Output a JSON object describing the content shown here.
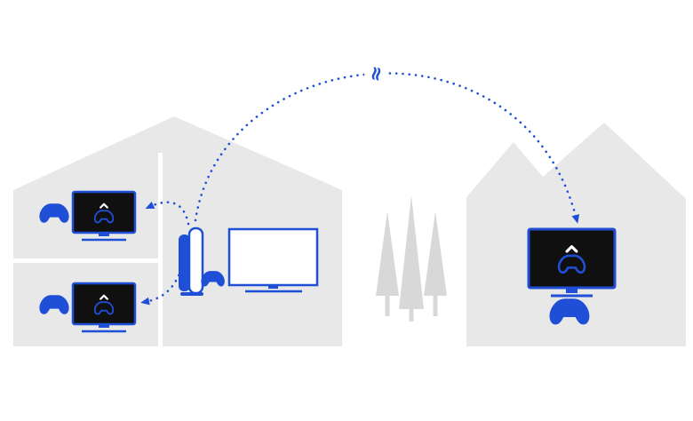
{
  "diagram": {
    "scene": "ps5-remote-play-illustration",
    "colors": {
      "accent_blue": "#1f4fd6",
      "house_gray": "#e8e8e8",
      "tree_gray": "#d8d8d8",
      "screen_black": "#101010",
      "background": "#ffffff",
      "divider_white": "#ffffff"
    },
    "symbols": {
      "wireless_break": "≈"
    },
    "icons": [
      "house-icon",
      "pine-tree-icon",
      "ps5-console-icon",
      "dualsense-controller-icon",
      "tv-icon",
      "monitor-icon",
      "remote-play-icon",
      "dotted-arrow-icon",
      "wireless-break-icon"
    ],
    "edges": [
      {
        "from": "ps5-console",
        "to": "remote-screen-top-left",
        "style": "dotted-arrow"
      },
      {
        "from": "ps5-console",
        "to": "remote-screen-bottom-left",
        "style": "dotted-arrow"
      },
      {
        "from": "ps5-console",
        "to": "remote-tv-right-house",
        "style": "dotted-arrow",
        "via": "wireless-break"
      }
    ]
  }
}
